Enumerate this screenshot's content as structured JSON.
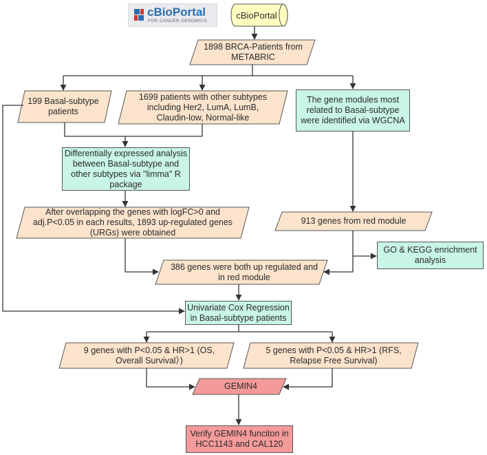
{
  "logo": {
    "name": "cBioPortal",
    "tagline": "FOR CANCER GENOMICS"
  },
  "nodes": {
    "source": "cBioPortal",
    "brca": "1898 BRCA-Patients from METABRIC",
    "basal": "199 Basal-subtype patients",
    "other": "1699 patients with other subtypes including Her2, LumA, LumB, Claudin-low, Normal-like",
    "wgcna": "The gene modules most related to Basal-subtype were identified via WGCNA",
    "diffexp": "Differentially expressed analysis between Basal-subtype and other subtypes via \"limma\" R package",
    "urgs": "After overlapping the genes with logFC>0 and adj.P<0.05 in each results, 1893 up-regulated genes (URGs) were obtained",
    "red": "913 genes from red module",
    "go": "GO & KEGG enrichment analysis",
    "both": "386 genes were both up regulated and in red module",
    "cox": "Univariate Cox Regression in Basal-subtype patients",
    "os": "9 genes with P<0.05 & HR>1 (OS, Overall Survival）)",
    "rfs": "5 genes with P<0.05 & HR>1 (RFS, Relapse Free Survival)",
    "gemin": "GEMIN4",
    "verify": "Verify GEMIN4 funciton in HCC1143 and CAL120"
  },
  "colors": {
    "input_fill": "#fbe3cc",
    "process_fill": "#c8f5e4",
    "result_fill": "#f59a9a",
    "source_fill": "#fefec0",
    "line": "#333333"
  }
}
